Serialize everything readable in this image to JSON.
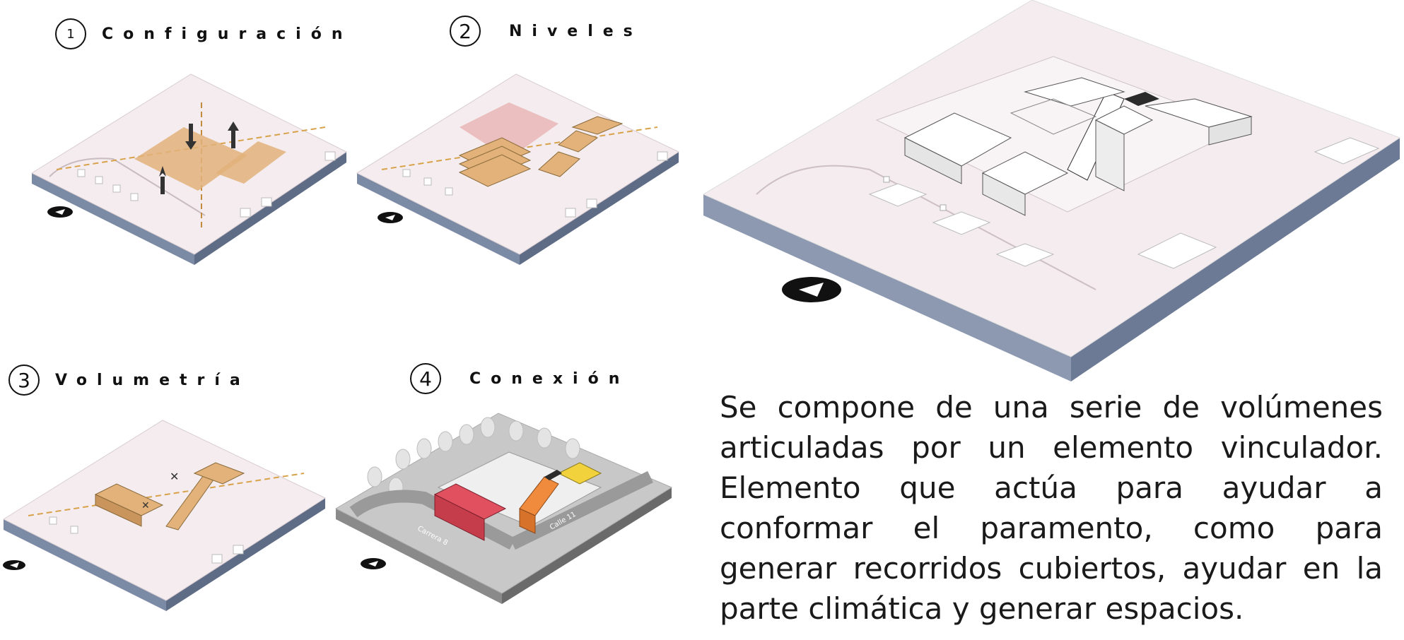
{
  "steps": [
    {
      "number": "1",
      "title": "Configuración"
    },
    {
      "number": "2",
      "title": "Niveles"
    },
    {
      "number": "3",
      "title": "Volumetría"
    },
    {
      "number": "4",
      "title": "Conexión"
    }
  ],
  "street_labels": {
    "calle": "Calle 11",
    "carrera": "Carrera 8"
  },
  "description": "Se compone de una serie de volúmenes articuladas por un elemento vinculador. Elemento que actúa para ayudar a conformar el paramento, como para generar recorridos cubiertos, ayudar en la parte climática y generar espacios.",
  "colors": {
    "ground": "#f4ecee",
    "slab_side": "#7c8ba5",
    "volume_tan": "#e2b27a",
    "red_block": "#e0505f",
    "orange_block": "#f08a3c",
    "yellow_block": "#f2d23c",
    "gray_ground": "#8f8f8f"
  }
}
